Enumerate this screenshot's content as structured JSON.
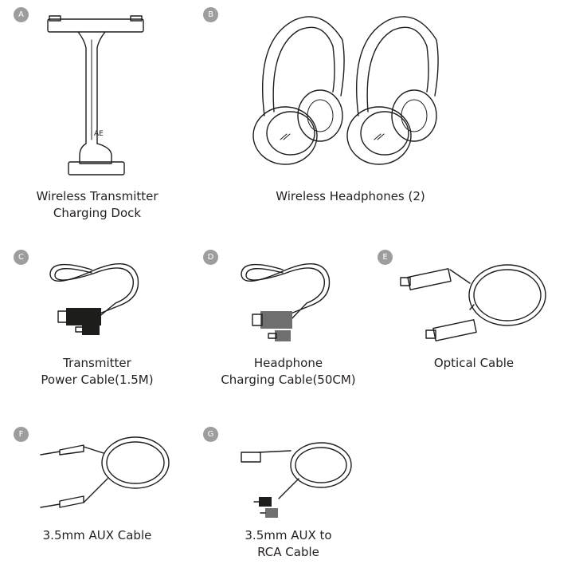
{
  "items": [
    {
      "letter": "A",
      "caption": [
        "Wireless Transmitter",
        "Charging Dock"
      ]
    },
    {
      "letter": "B",
      "caption": [
        "Wireless Headphones (2)"
      ]
    },
    {
      "letter": "C",
      "caption": [
        "Transmitter",
        "Power Cable(1.5M)"
      ]
    },
    {
      "letter": "D",
      "caption": [
        "Headphone",
        "Charging Cable(50CM)"
      ]
    },
    {
      "letter": "E",
      "caption": [
        "Optical Cable"
      ]
    },
    {
      "letter": "F",
      "caption": [
        "3.5mm AUX Cable"
      ]
    },
    {
      "letter": "G",
      "caption": [
        "3.5mm AUX to",
        "RCA Cable"
      ]
    }
  ]
}
